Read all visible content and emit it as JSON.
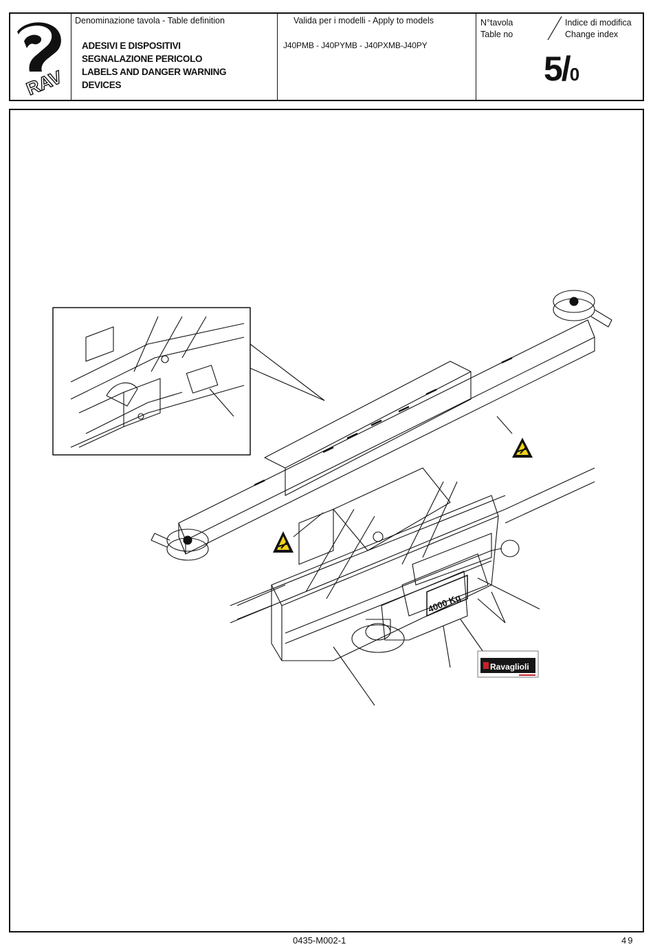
{
  "header": {
    "logo_text": "RAV",
    "definition_label": "Denominazione tavola - Table definition",
    "title_lines": [
      "ADESIVI E DISPOSITIVI",
      "SEGNALAZIONE PERICOLO",
      "LABELS AND DANGER WARNING",
      "DEVICES"
    ],
    "models_label": "Valida per i modelli - Apply to models",
    "models": "J40PMB - J40PYMB - J40PXMB-J40PY",
    "table_label_it": "N°tavola",
    "table_label_en": "Table no",
    "change_label_it": "Indice di modifica",
    "change_label_en": "Change index",
    "table_number": "5/",
    "change_index": "0"
  },
  "drawing": {
    "capacity_label": "4000 Kg",
    "brand_label": "Ravaglioli",
    "warning_icon": "crush-hazard-warning-icon"
  },
  "footer": {
    "doc_code": "0435-M002-1",
    "page_number": "49"
  }
}
